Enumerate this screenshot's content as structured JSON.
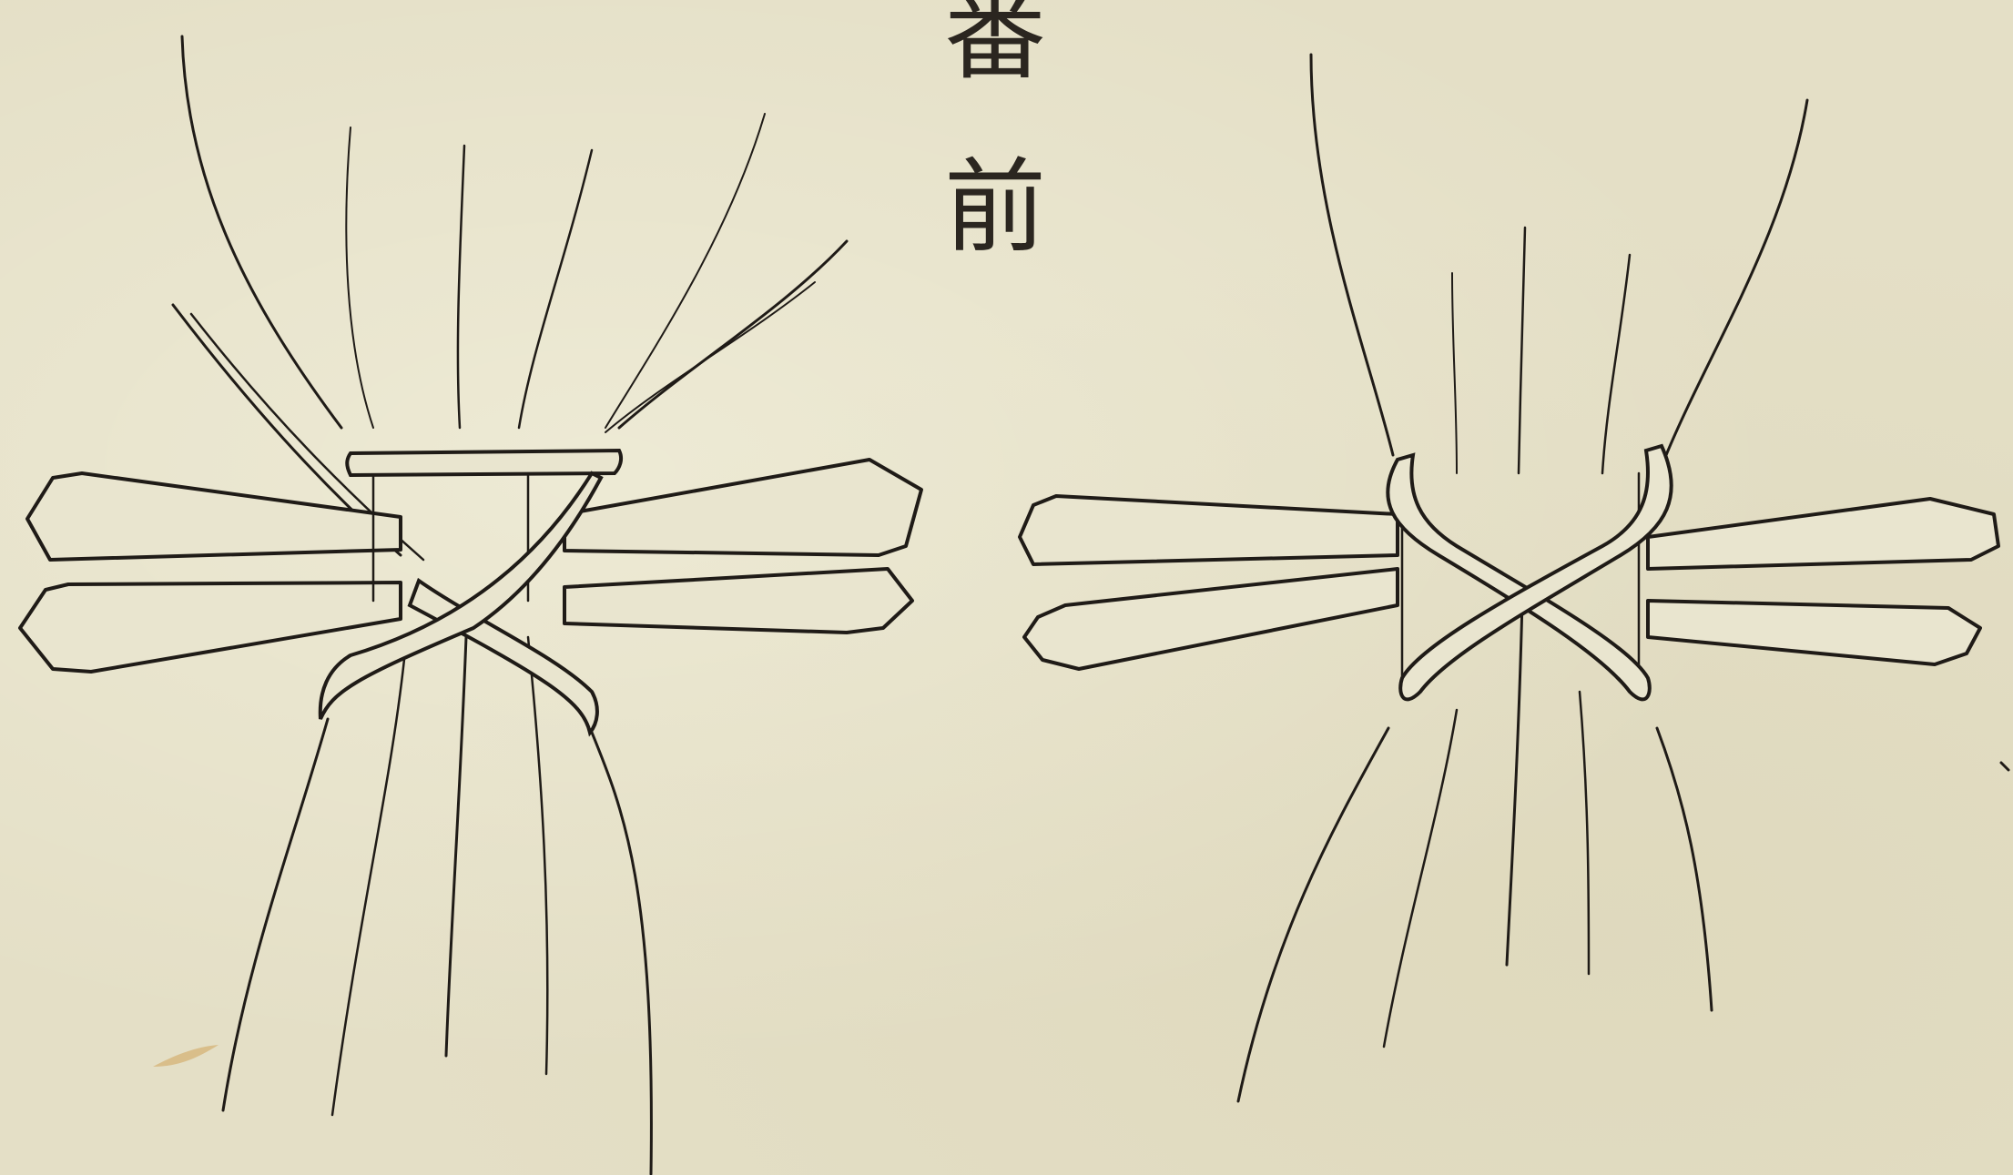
{
  "document": {
    "heading_chars": [
      "番",
      "前"
    ]
  },
  "figures": [
    {
      "id": "left",
      "icon": "bound-bundle-knot-icon"
    },
    {
      "id": "right",
      "icon": "bound-bundle-cross-icon"
    }
  ],
  "colors": {
    "paper": "#e4dfc6",
    "ink": "#1f1b17",
    "stain": "#cfa35a"
  }
}
